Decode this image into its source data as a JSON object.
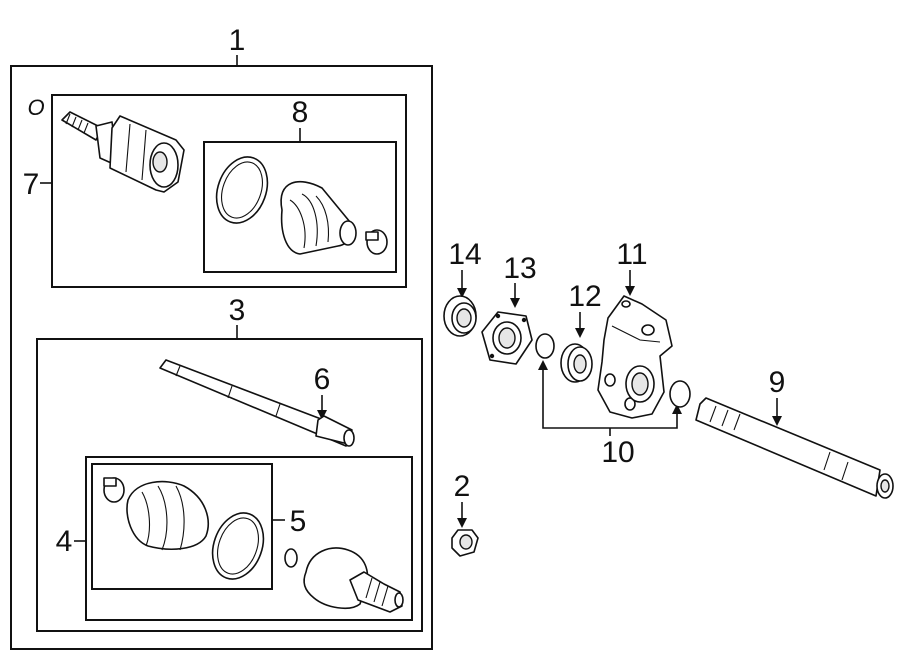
{
  "callouts": {
    "c1": "1",
    "c2": "2",
    "c3": "3",
    "c4": "4",
    "c5": "5",
    "c6": "6",
    "c7": "7",
    "c8": "8",
    "c9": "9",
    "c10": "10",
    "c11": "11",
    "c12": "12",
    "c13": "13",
    "c14": "14"
  },
  "marks": {
    "corner_mark": "O"
  }
}
